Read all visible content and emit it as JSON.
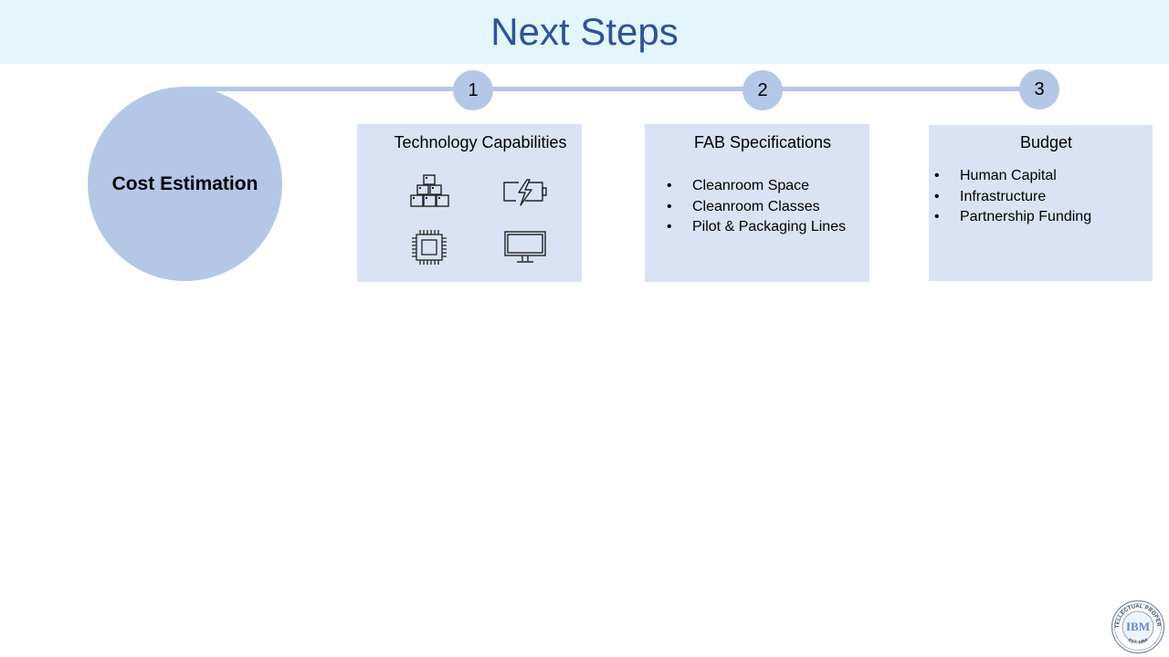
{
  "header": {
    "title": "Next Steps"
  },
  "main_topic": {
    "label": "Cost Estimation"
  },
  "steps": [
    {
      "number": "1",
      "title": "Technology Capabilities",
      "icons": [
        "blocks-icon",
        "battery-charging-icon",
        "cpu-chip-icon",
        "monitor-icon"
      ]
    },
    {
      "number": "2",
      "title": "FAB Specifications",
      "bullets": [
        "Cleanroom Space",
        "Cleanroom Classes",
        "Pilot & Packaging Lines"
      ]
    },
    {
      "number": "3",
      "title": "Budget",
      "bullets": [
        "Human Capital",
        "Infrastructure",
        "Partnership Funding"
      ]
    }
  ],
  "logo": {
    "text": "IBM",
    "ring_text": "INTELLECTUAL PROPERTY",
    "est_text": "EST. 1994"
  },
  "colors": {
    "header_bg": "#e3f5fd",
    "title": "#2f5493",
    "accent": "#b4c7e7",
    "card_bg": "#dae3f3"
  }
}
